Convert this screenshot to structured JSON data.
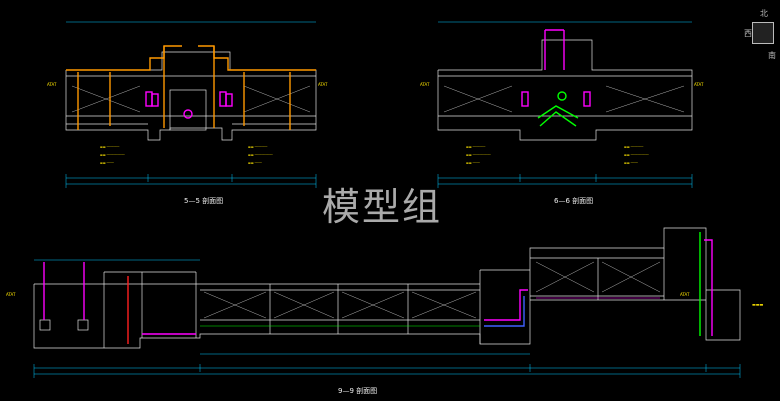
{
  "watermark": "模型组",
  "sections": {
    "s5": "5—5 剖面图",
    "s6": "6—6 剖面图",
    "s9": "9—9 剖面图"
  },
  "viewcube": {
    "north": "北",
    "south": "南",
    "west": "西"
  },
  "colors": {
    "background": "#000000",
    "wall": "#e0e0e0",
    "dimension": "#00c8ff",
    "pipe_orange": "#ff9900",
    "pipe_magenta": "#ff00ff",
    "pipe_green": "#00ff00",
    "text_yellow": "#ffe600",
    "pipe_red": "#ff2020"
  }
}
